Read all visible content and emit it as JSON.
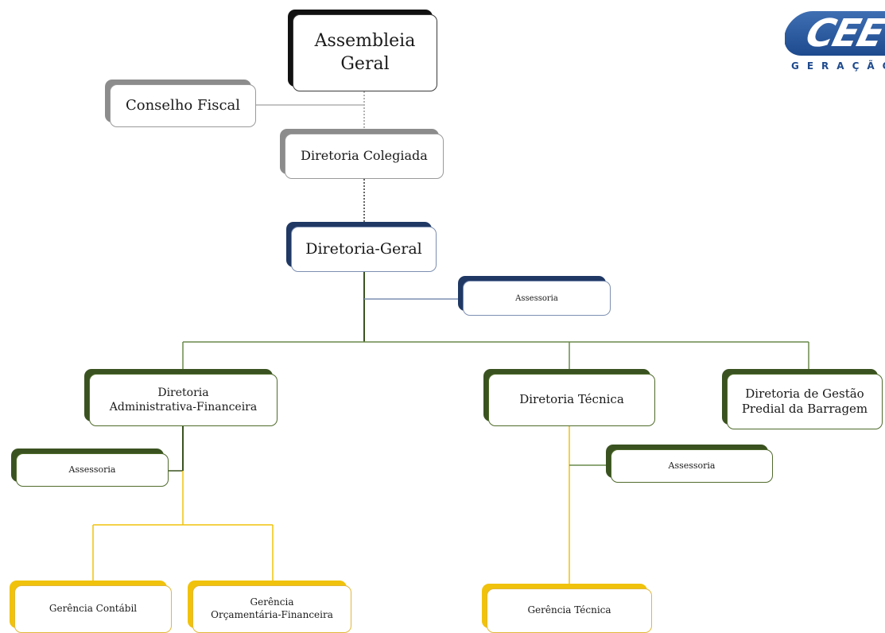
{
  "logo": {
    "mark": "CEE",
    "subtitle": "GERAÇÃO"
  },
  "nodes": {
    "assembleia": [
      "Assembleia",
      "Geral"
    ],
    "conselho": [
      "Conselho Fiscal"
    ],
    "colegiada": [
      "Diretoria Colegiada"
    ],
    "geral": [
      "Diretoria-Geral"
    ],
    "assessoria_geral": [
      "Assessoria"
    ],
    "adm_fin": [
      "Diretoria",
      "Administrativa-Financeira"
    ],
    "tecnica": [
      "Diretoria Técnica"
    ],
    "predial": [
      "Diretoria de Gestão",
      "Predial da Barragem"
    ],
    "assessoria_adm": [
      "Assessoria"
    ],
    "assessoria_tec": [
      "Assessoria"
    ],
    "ger_contabil": [
      "Gerência Contábil"
    ],
    "ger_orcamentaria": [
      "Gerência",
      "Orçamentária-Financeira"
    ],
    "ger_tecnica": [
      "Gerência Técnica"
    ]
  },
  "colors": {
    "black": "#111111",
    "grey": "#8c8c8c",
    "navy": "#1f3864",
    "green": "#3a5220",
    "gold": "#f0c20b"
  }
}
